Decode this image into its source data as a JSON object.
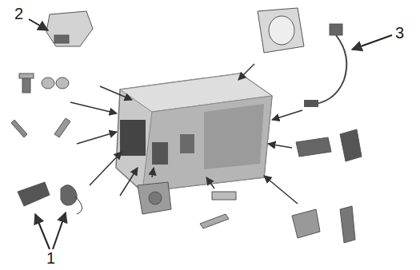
{
  "diagram": {
    "labels": [
      "2",
      "3",
      "1"
    ]
  }
}
